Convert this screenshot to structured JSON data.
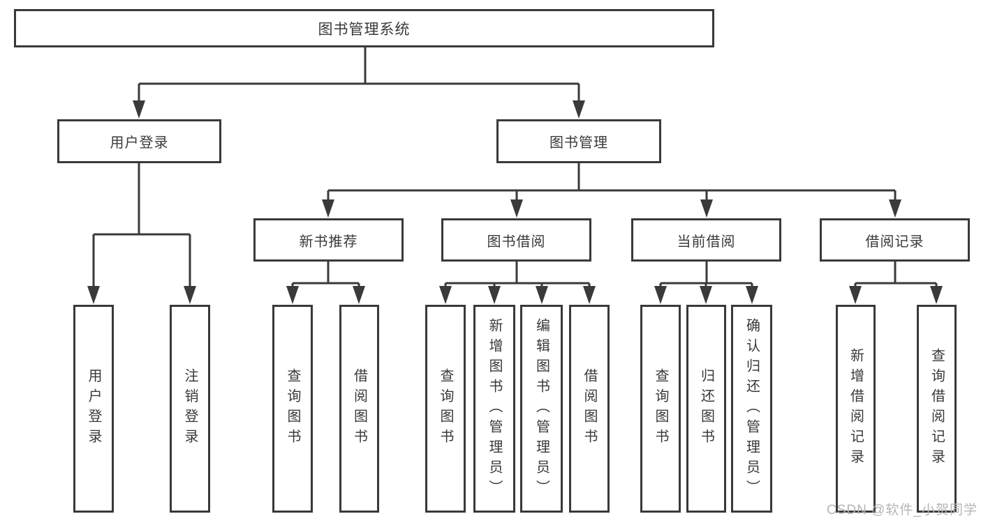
{
  "diagram": {
    "root": {
      "label": "图书管理系统"
    },
    "branches": [
      {
        "label": "用户登录",
        "children": [
          {
            "label": "用户登录"
          },
          {
            "label": "注销登录"
          }
        ]
      },
      {
        "label": "图书管理",
        "children": [
          {
            "label": "新书推荐",
            "children": [
              {
                "label": "查询图书"
              },
              {
                "label": "借阅图书"
              }
            ]
          },
          {
            "label": "图书借阅",
            "children": [
              {
                "label": "查询图书"
              },
              {
                "label": "新增图书（管理员）"
              },
              {
                "label": "编辑图书（管理员）"
              },
              {
                "label": "借阅图书"
              }
            ]
          },
          {
            "label": "当前借阅",
            "children": [
              {
                "label": "查询图书"
              },
              {
                "label": "归还图书"
              },
              {
                "label": "确认归还（管理员）"
              }
            ]
          },
          {
            "label": "借阅记录",
            "children": [
              {
                "label": "新增借阅记录"
              },
              {
                "label": "查询借阅记录"
              }
            ]
          }
        ]
      }
    ]
  },
  "watermark": {
    "text": "CSDN @软件_小贺同学"
  },
  "colors": {
    "line": "#3a3a3c",
    "box_border": "#38393b",
    "box_fill": "#ffffff",
    "text": "#39393b",
    "watermark": "#b5b5b5",
    "background": "#ffffff"
  }
}
